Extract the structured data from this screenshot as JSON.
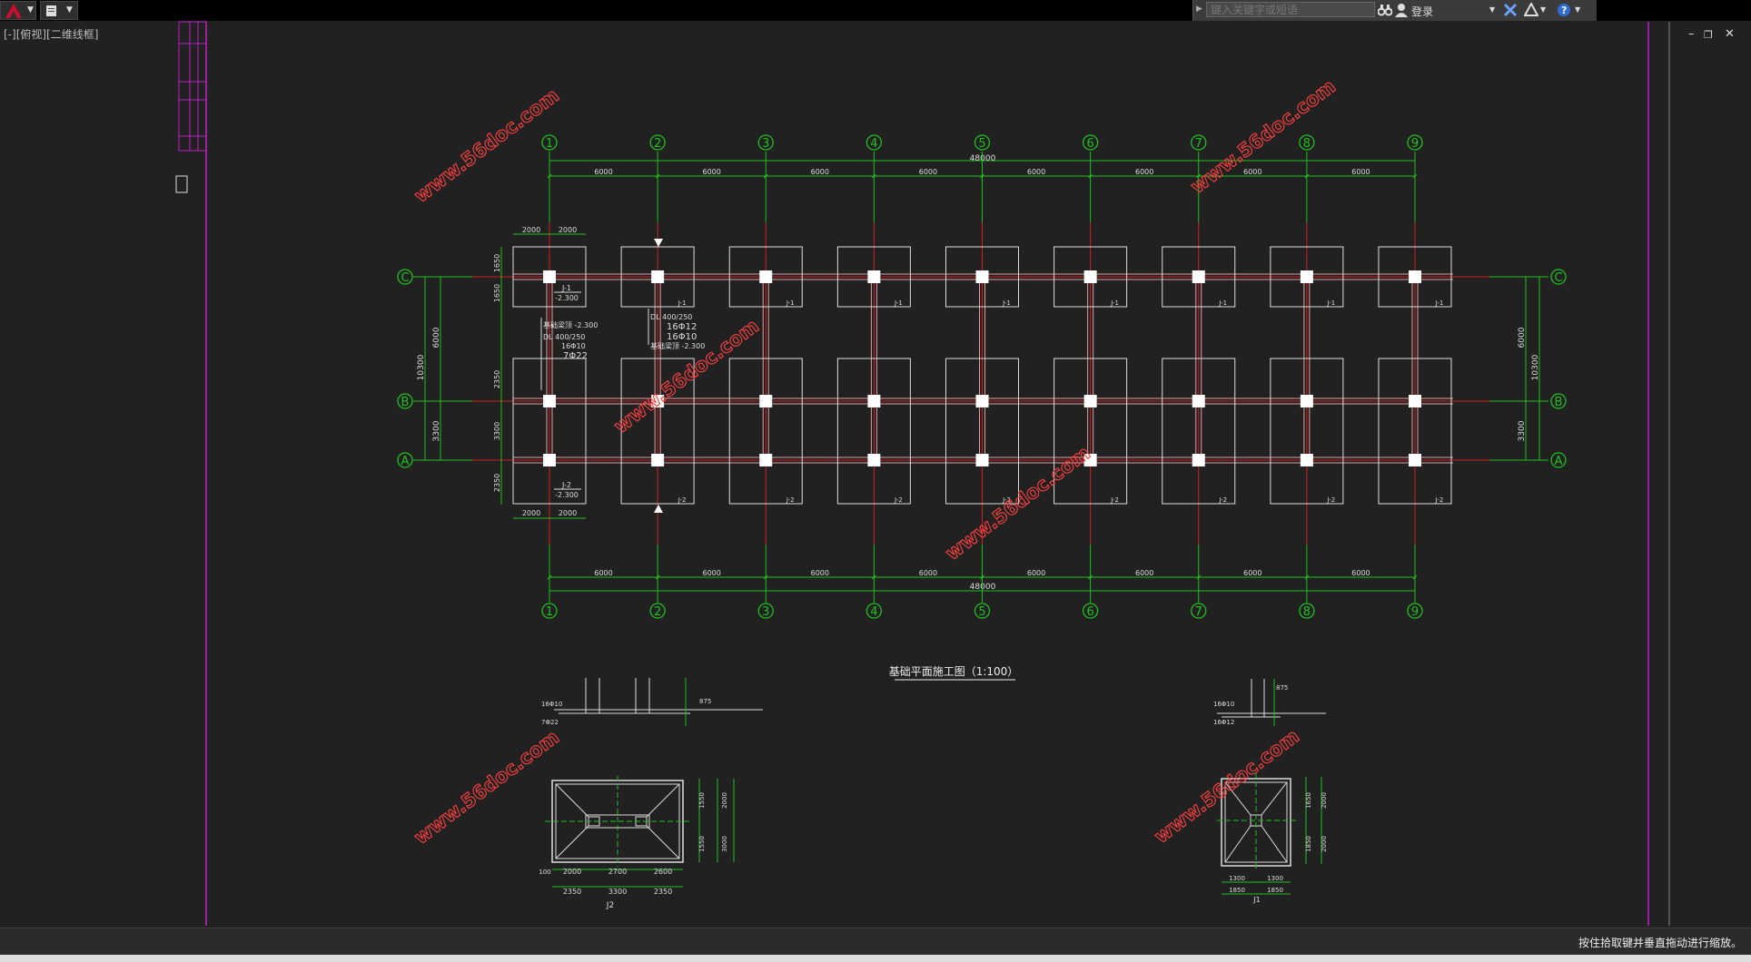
{
  "titlebar": {
    "search_placeholder": "键入关键字或短语",
    "login_label": "登录"
  },
  "viewport": {
    "label": "[-][俯视][二维线框]"
  },
  "statusbar": {
    "hint": "按住拾取键并垂直拖动进行缩放。"
  },
  "drawing": {
    "title": "基础平面施工图（1:100）",
    "watermark": "www.56doc.com",
    "total_dim": "48000",
    "bay_dim": "6000",
    "axes_numbers": [
      "1",
      "2",
      "3",
      "4",
      "5",
      "6",
      "7",
      "8",
      "9"
    ],
    "axes_letters": [
      "C",
      "B",
      "A"
    ],
    "footing_j1": "J-1",
    "footing_j2": "J-2",
    "elev": "-2.300",
    "dim_2000": "2000",
    "dim_1650": "1650",
    "dim_2350": "2350",
    "dim_3300": "3300",
    "dim_6000": "6000",
    "dim_10300": "10300",
    "beam_top": "基础梁顶 -2.300",
    "beam_size": "DL  400/250",
    "beam_bar1": "16Φ12",
    "beam_bar2": "16Φ10",
    "beam_bar3": "7Φ22",
    "detail_j2": "J2",
    "detail_j1": "J1",
    "det_2700": "2700",
    "det_2600": "2600",
    "det_100": "100",
    "det_1300": "1300",
    "det_1850": "1850",
    "det_1550": "1550",
    "det_3000": "3000",
    "det_875": "875"
  }
}
